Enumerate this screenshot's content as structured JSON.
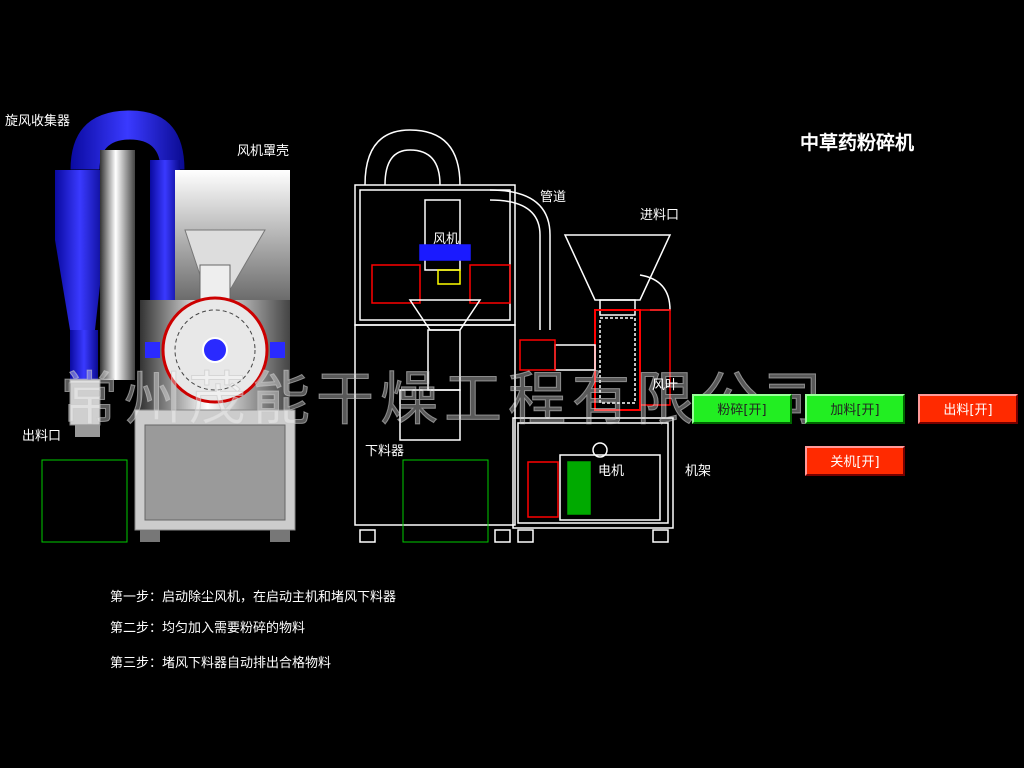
{
  "title": "中草药粉碎机",
  "labels": {
    "cyclone": "旋风收集器",
    "fan_cover": "风机罩壳",
    "outlet": "出料口",
    "pipe": "管道",
    "inlet": "进料口",
    "fan": "风机",
    "impeller": "风叶",
    "discharger": "下料器",
    "motor": "电机",
    "frame": "机架"
  },
  "buttons": {
    "crush": "粉碎[开]",
    "feed": "加料[开]",
    "discharge": "出料[开]",
    "shutdown": "关机[开]"
  },
  "steps": [
    "第一步：启动除尘风机，在启动主机和堵风下料器",
    "第二步：均匀加入需要粉碎的物料",
    "第三步：堵风下料器自动排出合格物料"
  ],
  "watermark": "常州茂能干燥工程有限公司",
  "colors": {
    "background": "#000000",
    "button_on": "#22ee22",
    "button_off": "#ff2a00",
    "cyclone_blue": "#1a1ad8"
  }
}
